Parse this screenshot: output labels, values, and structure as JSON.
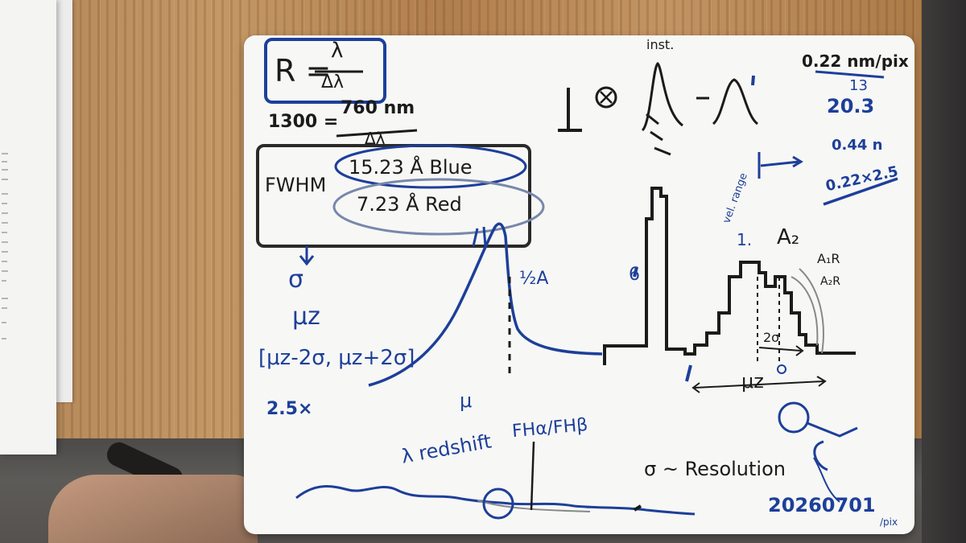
{
  "board": {
    "formula_lhs": "R =",
    "formula_num": "λ",
    "formula_den": "Δλ",
    "eq_lhs": "1300 =",
    "eq_num": "760 nm",
    "eq_den": "Δλ",
    "fwhm_label": "FWHM",
    "fwhm_blue": "15.23 Å Blue",
    "fwhm_red": "7.23 Å Red",
    "sigma": "σ",
    "mu_z": "μz",
    "interval": "[μz-2σ, μz+2σ]",
    "factor": "2.5×",
    "mu": "μ",
    "half_a": "½A",
    "inst": "inst.",
    "pixel_scale": "0.22 nm/pix",
    "pixel_sub": "13",
    "val_203": "20.3",
    "val_044": "0.44 n",
    "val_0222": "0.22×2.5",
    "label_amp": "A₂",
    "label_a1r": "A₁R",
    "label_a2r": "A₂R",
    "label_one": "1.",
    "label_six": "6",
    "two_sigma": "2σ",
    "mu_z_bottom": "μz",
    "redshift": "λ redshift",
    "flux_ratio": "FHα/FHβ",
    "sigma_res": "σ ~ Resolution",
    "date": "20260701",
    "per_pix": "/pix",
    "side_note": "vel. range"
  },
  "colors": {
    "blue_marker": "#1d3f9a",
    "black_marker": "#1b1b1b",
    "board": "#f7f7f5",
    "wood": "#b68a5a"
  }
}
